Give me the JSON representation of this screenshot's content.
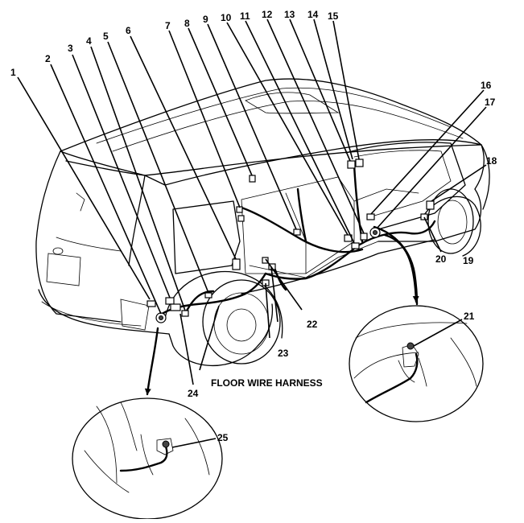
{
  "diagram": {
    "harness_label": "FLOOR WIRE HARNESS",
    "callouts": [
      "1",
      "2",
      "3",
      "4",
      "5",
      "6",
      "7",
      "8",
      "9",
      "10",
      "11",
      "12",
      "13",
      "14",
      "15",
      "16",
      "17",
      "18",
      "19",
      "20",
      "21",
      "22",
      "23",
      "24",
      "25"
    ]
  }
}
